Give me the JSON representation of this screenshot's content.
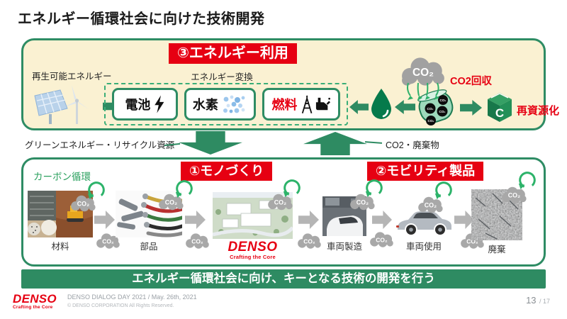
{
  "title": "エネルギー循環社会に向けた技術開発",
  "top_section": {
    "banner": "③エネルギー利用",
    "renewable_label": "再生可能エネルギー",
    "conversion_label": "エネルギー変換",
    "energy_items": [
      {
        "label": "電池"
      },
      {
        "label": "水素"
      },
      {
        "label": "燃料"
      }
    ],
    "co2_cloud_label": "CO₂",
    "co2_recovery_label": "CO2回収",
    "capture_unit_co2": "CO₂",
    "carbon_cube_letter": "C",
    "recycle_label": "再資源化"
  },
  "flow": {
    "down_label": "グリーンエネルギー・リサイクル資源",
    "up_label": "CO2・廃棄物"
  },
  "bottom_section": {
    "carbon_cycle_label": "カーボン循環",
    "manufacturing_banner": "①モノづくり",
    "mobility_banner": "②モビリティ製品",
    "co2_label": "CO₂",
    "stages": [
      {
        "label": "材料"
      },
      {
        "label": "部品"
      },
      {
        "label": "DENSO",
        "sublabel": "Crafting the Core"
      },
      {
        "label": "車両製造"
      },
      {
        "label": "車両使用"
      },
      {
        "label": "廃棄"
      }
    ]
  },
  "key_message": "エネルギー循環社会に向け、キーとなる技術の開発を行う",
  "footer": {
    "logo": "DENSO",
    "logo_tagline": "Crafting the Core",
    "event": "DENSO DIALOG DAY 2021 / May. 26th, 2021",
    "copyright": "© DENSO CORPORATION All Rights Reserved.",
    "page": "13",
    "page_total": "/ 17"
  },
  "colors": {
    "green": "#2e8b62",
    "red": "#e60012",
    "cream": "#faf1d2"
  }
}
